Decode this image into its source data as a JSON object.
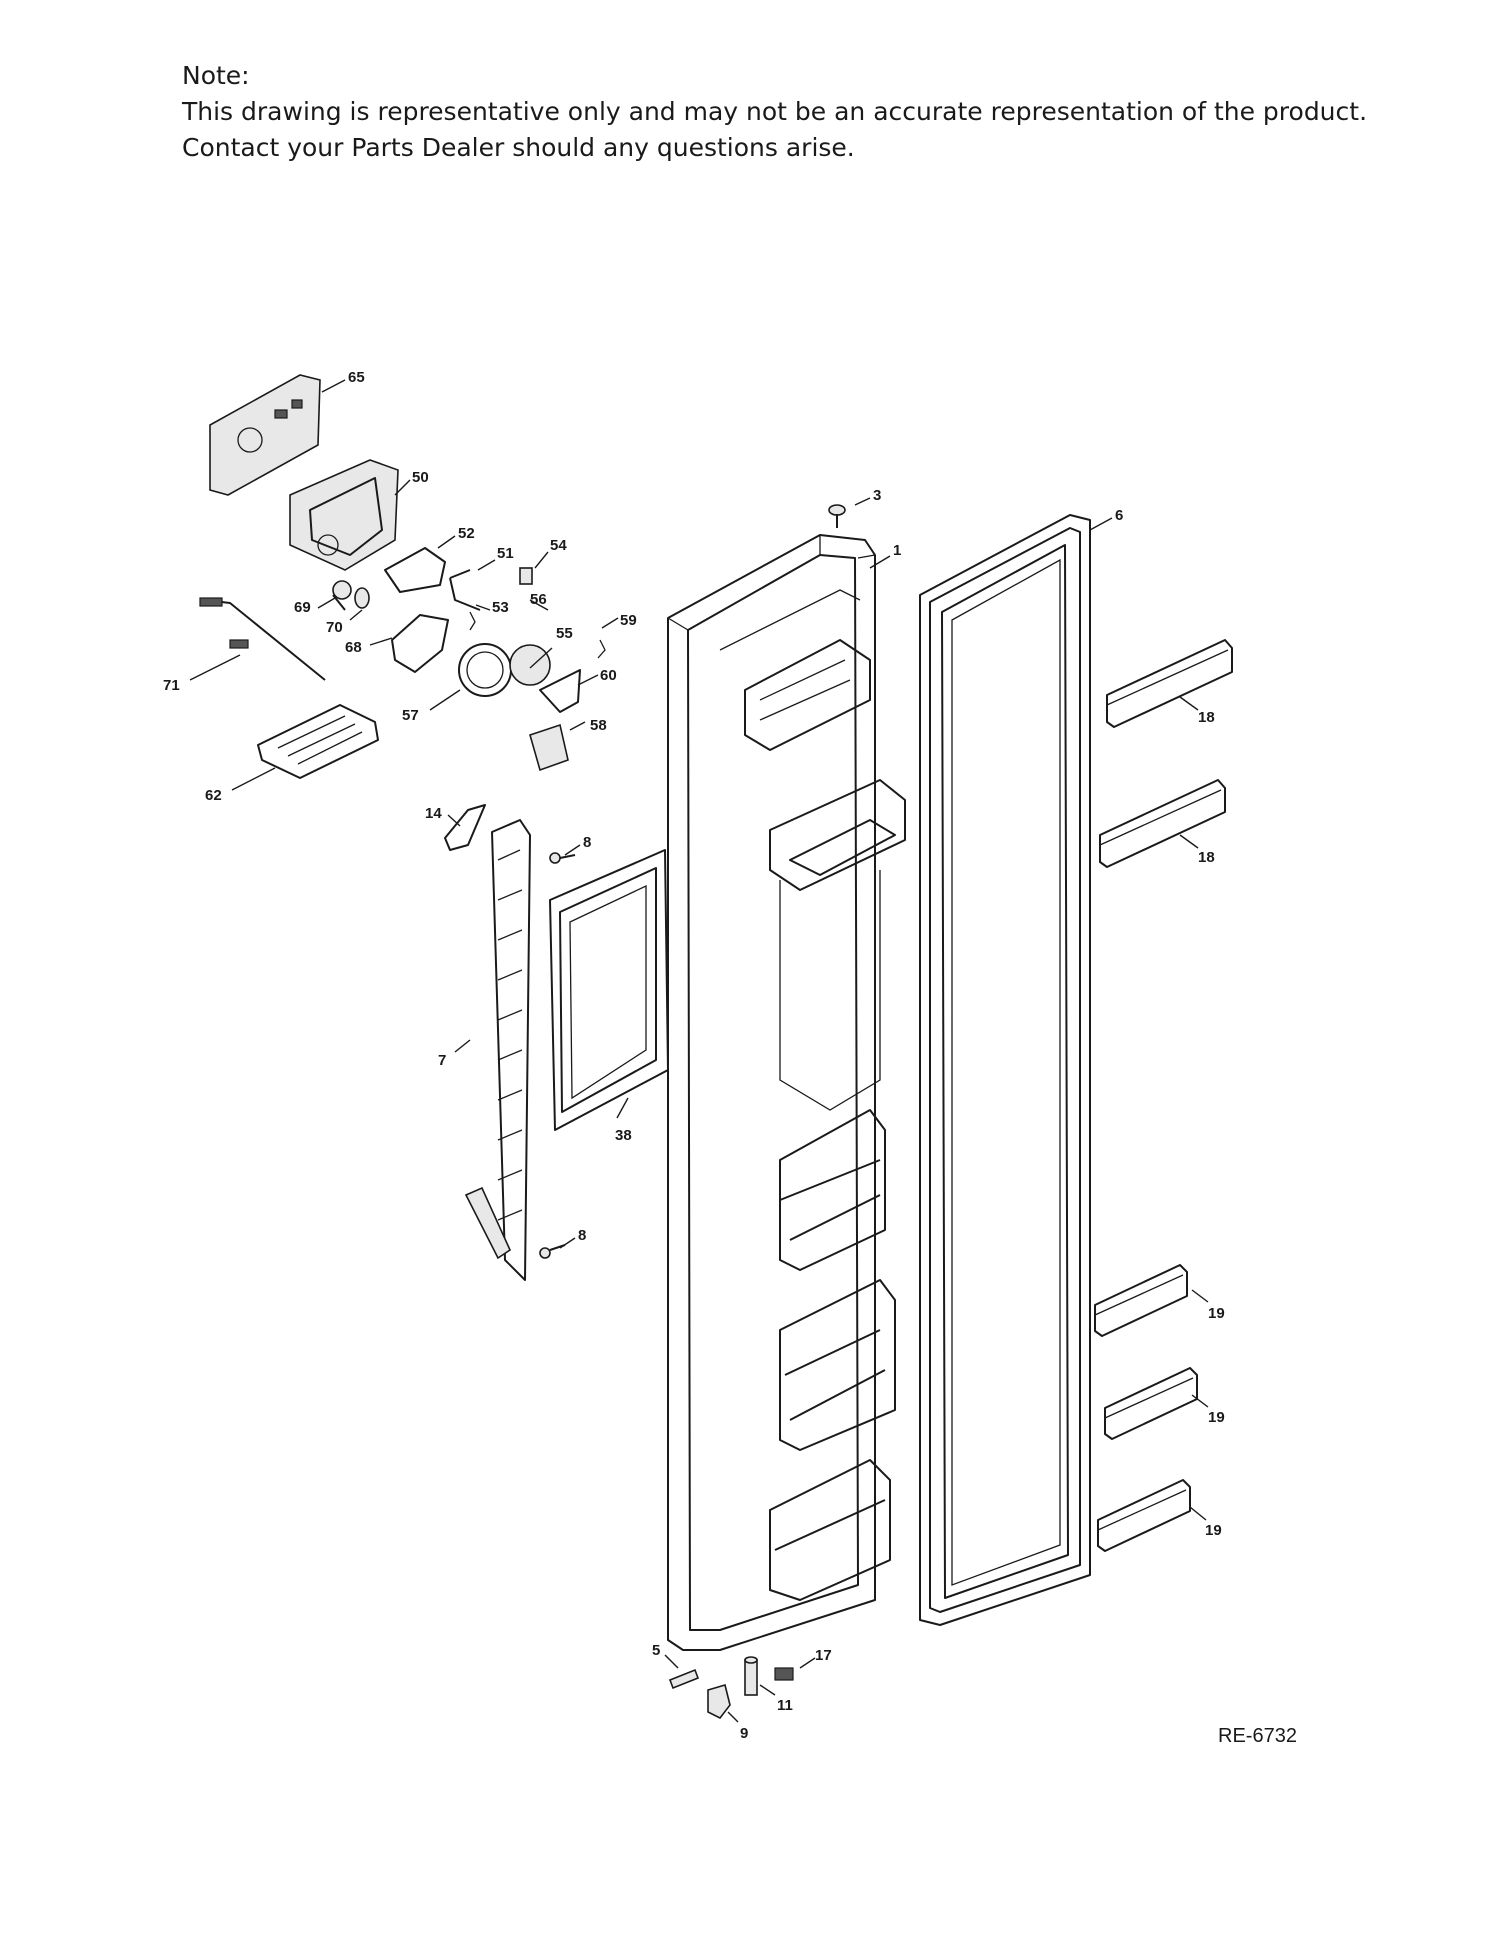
{
  "note": {
    "heading": "Note:",
    "line1": "This drawing is representative only and may not be an accurate representation of the product.",
    "line2": "Contact your Parts Dealer should any questions arise."
  },
  "diagram_id": "RE-6732",
  "callouts": [
    {
      "id": "c65",
      "label": "65"
    },
    {
      "id": "c50",
      "label": "50"
    },
    {
      "id": "c52",
      "label": "52"
    },
    {
      "id": "c51",
      "label": "51"
    },
    {
      "id": "c54",
      "label": "54"
    },
    {
      "id": "c69",
      "label": "69"
    },
    {
      "id": "c70",
      "label": "70"
    },
    {
      "id": "c53",
      "label": "53"
    },
    {
      "id": "c56",
      "label": "56"
    },
    {
      "id": "c68",
      "label": "68"
    },
    {
      "id": "c55",
      "label": "55"
    },
    {
      "id": "c59",
      "label": "59"
    },
    {
      "id": "c71",
      "label": "71"
    },
    {
      "id": "c60",
      "label": "60"
    },
    {
      "id": "c57",
      "label": "57"
    },
    {
      "id": "c58",
      "label": "58"
    },
    {
      "id": "c62",
      "label": "62"
    },
    {
      "id": "c14",
      "label": "14"
    },
    {
      "id": "c8a",
      "label": "8"
    },
    {
      "id": "c7",
      "label": "7"
    },
    {
      "id": "c38",
      "label": "38"
    },
    {
      "id": "c8b",
      "label": "8"
    },
    {
      "id": "c3",
      "label": "3"
    },
    {
      "id": "c1",
      "label": "1"
    },
    {
      "id": "c6",
      "label": "6"
    },
    {
      "id": "c18a",
      "label": "18"
    },
    {
      "id": "c18b",
      "label": "18"
    },
    {
      "id": "c19a",
      "label": "19"
    },
    {
      "id": "c19b",
      "label": "19"
    },
    {
      "id": "c19c",
      "label": "19"
    },
    {
      "id": "c5",
      "label": "5"
    },
    {
      "id": "c17",
      "label": "17"
    },
    {
      "id": "c11",
      "label": "11"
    },
    {
      "id": "c9",
      "label": "9"
    }
  ]
}
